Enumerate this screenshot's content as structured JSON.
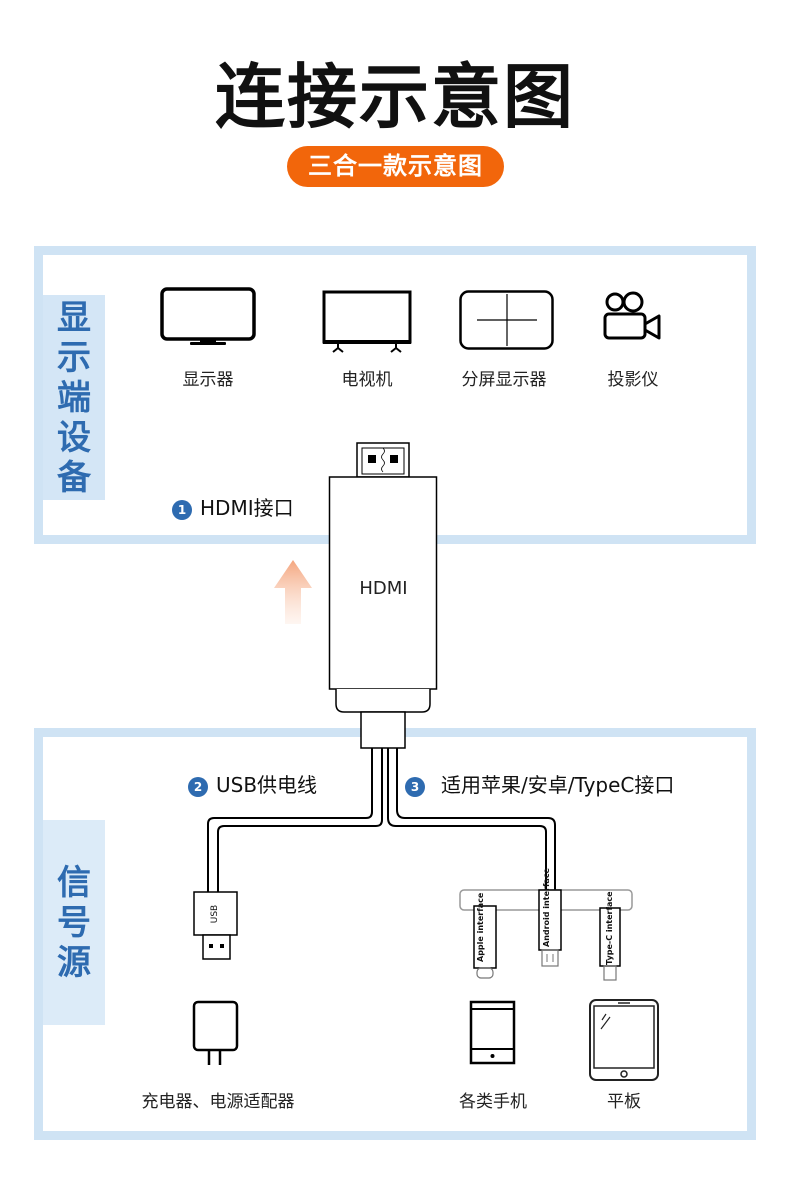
{
  "header": {
    "title": "连接示意图",
    "subtitle_badge": "三合一款示意图"
  },
  "display_section": {
    "side_label": [
      "显",
      "示",
      "端",
      "设",
      "备"
    ],
    "devices": [
      {
        "icon": "monitor-icon",
        "label": "显示器"
      },
      {
        "icon": "tv-icon",
        "label": "电视机"
      },
      {
        "icon": "split-screen-icon",
        "label": "分屏显示器"
      },
      {
        "icon": "projector-icon",
        "label": "投影仪"
      }
    ],
    "callout": {
      "number": "1",
      "text": "HDMI接口"
    }
  },
  "adapter": {
    "body_label": "HDMI",
    "arrow_icon": "arrow-up-icon"
  },
  "source_section": {
    "side_label": [
      "信",
      "号",
      "源"
    ],
    "callouts": [
      {
        "number": "2",
        "text": "USB供电线"
      },
      {
        "number": "3",
        "text": "适用苹果/安卓/TypeC接口"
      }
    ],
    "usb_plug_label": "USB",
    "connector_tips": [
      {
        "label": "Apple interface"
      },
      {
        "label": "Android interface"
      },
      {
        "label": "Type-C interface"
      }
    ],
    "devices": [
      {
        "icon": "charger-icon",
        "label": "充电器、电源适配器"
      },
      {
        "icon": "phone-icon",
        "label": "各类手机"
      },
      {
        "icon": "tablet-icon",
        "label": "平板"
      }
    ]
  },
  "colors": {
    "accent_orange": "#f2660b",
    "frame_blue": "#cfe3f4",
    "label_blue": "#2e6bb0"
  }
}
